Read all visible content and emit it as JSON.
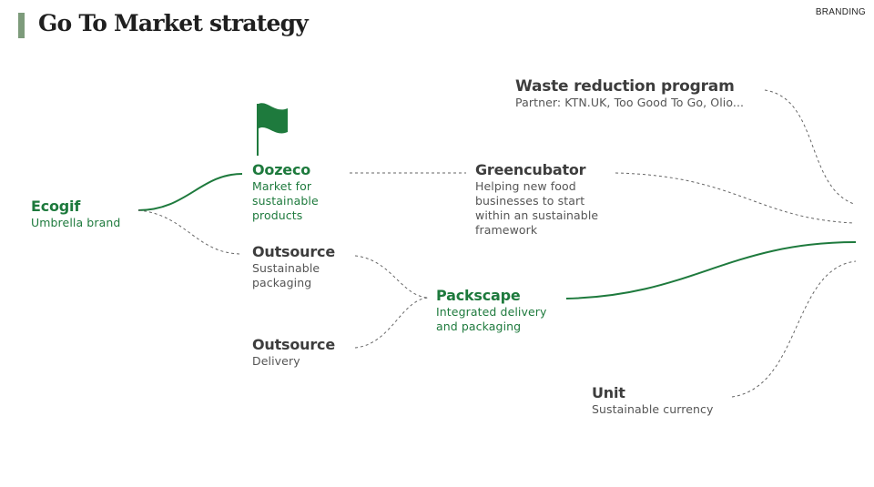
{
  "header": {
    "title": "Go To Market strategy",
    "section_tag": "BRANDING"
  },
  "colors": {
    "accent_green": "#1e7a3d",
    "title_bar": "#7d9b7b",
    "dark_text": "#3d3d3d",
    "connector_dashed": "#666666"
  },
  "nodes": {
    "ecogif": {
      "title": "Ecogif",
      "subtitle": "Umbrella brand"
    },
    "oozeco": {
      "title": "Oozeco",
      "subtitle": "Market for\nsustainable\nproducts"
    },
    "outsource_packaging": {
      "title": "Outsource",
      "subtitle": "Sustainable\npackaging"
    },
    "outsource_delivery": {
      "title": "Outsource",
      "subtitle": "Delivery"
    },
    "greencubator": {
      "title": "Greencubator",
      "subtitle": "Helping new food\nbusinesses to start\nwithin an sustainable\nframework"
    },
    "packscape": {
      "title": "Packscape",
      "subtitle": "Integrated delivery\nand packaging"
    },
    "waste_reduction": {
      "title": "Waste reduction program",
      "subtitle": "Partner: KTN.UK, Too Good To Go, Olio..."
    },
    "unit": {
      "title": "Unit",
      "subtitle": "Sustainable currency"
    }
  },
  "icons": {
    "oozeco_marker": "flag-icon"
  }
}
